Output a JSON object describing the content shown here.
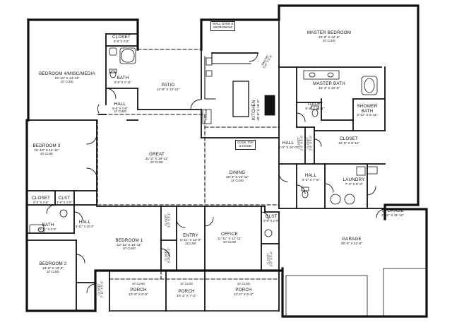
{
  "rooms": {
    "master_bedroom": {
      "name": "MASTER BEDROOM",
      "dims": "19'-9\" X 12'-9\"",
      "clg": "10' CLNG"
    },
    "master_bath": {
      "name": "MASTER BATH",
      "dims": "15'-4\" X 10'-8\""
    },
    "shower_bath": {
      "name": "SHOWER",
      "sub": "BATH",
      "dims": "4'-11\" X 5'-11\""
    },
    "toilet": {
      "name": "TOILET",
      "dims": "5'-8\" X 5'-11\""
    },
    "closet_master": {
      "name": "CLOSET",
      "dims": "12'-8\" X 8'-11\""
    },
    "hall_master": {
      "name": "HALL",
      "dims": "4'-0\" X 10'-0\""
    },
    "closet_v1": {
      "name": "CLOSET",
      "dims": "2'-6\" X 5'-0\""
    },
    "closet_v2": {
      "name": "CLOSET",
      "dims": "2'-6\" X 5'-0\""
    },
    "hall_laundry": {
      "name": "HALL",
      "dims": "4'-3\" X 7'-5\""
    },
    "laundry": {
      "name": "LAUNDRY",
      "dims": "7'-3\" X 9'-3\""
    },
    "storage": {
      "name": "STORAGE",
      "dims": "2'-11\" X 11'-11\""
    },
    "garage": {
      "name": "GARAGE",
      "dims": "30'-3\" X 22'-8\""
    },
    "glst_garage": {
      "name": "GLST",
      "dims": "5'-6\" X 2'-8\""
    },
    "closet_office": {
      "name": "CLOSET",
      "dims": "3'-0\" X 5'-4\""
    },
    "office": {
      "name": "OFFICE",
      "dims": "11'-11\" X 12'-11\"",
      "clg": "10' CLNG"
    },
    "entry": {
      "name": "ENTRY",
      "dims": "5'-11\" X 13'-0\"",
      "clg": "12CLNG"
    },
    "closet_entry1": {
      "name": "CLOSET",
      "dims": "3'-0\" X 5'-1\""
    },
    "closet_entry2": {
      "name": "CLOSET",
      "dims": "3'-0\" X 5'-1\""
    },
    "bedroom1": {
      "name": "BEDROOM 1",
      "dims": "12'-11\" X 12'-11\"",
      "clg": "10' CLNG"
    },
    "porch1": {
      "name": "PORCH",
      "dims": "10'-9\" X 6'-5\"",
      "clg": "10' CLNG"
    },
    "porch2": {
      "name": "PORCH",
      "dims": "10'-1\" X 7'-2\"",
      "clg": "12' CLNG"
    },
    "porch3": {
      "name": "PORCH",
      "dims": "12'-0\" X 6'-5\"",
      "clg": "10' CLNG"
    },
    "closet_bottom": {
      "name": "CLOSET",
      "dims": "2'-11\" X 5'-5\""
    },
    "bedroom2": {
      "name": "BEDROOM 2",
      "dims": "13'-6\" X 13'-2\"",
      "clg": "10' CLNG"
    },
    "bath_left": {
      "name": "BATH",
      "dims": "8'-11\" X 5'-0\""
    },
    "hall_left": {
      "name": "HALL",
      "dims": "3'-11\" X 10'-3\""
    },
    "closet_left": {
      "name": "CLOSET",
      "dims": "5'-5\" X 4'-6\""
    },
    "clst_left": {
      "name": "CLST",
      "dims": "3'-8\" X 4'-5\""
    },
    "bedroom3": {
      "name": "BEDROOM 3",
      "dims": "15'-10\" X 12'-11\"",
      "clg": "10' CLNG"
    },
    "great": {
      "name": "GREAT",
      "dims": "21'-2\" X 19'-11\"",
      "clg": "12' CLNG"
    },
    "dining": {
      "name": "DINING",
      "dims": "19'-3\" X 15'-11\"",
      "clg": "12' CLNG"
    },
    "kitchen": {
      "name": "KITCHEN",
      "dims": "15'-8\" X 16'-6\""
    },
    "pantry": {
      "name": "PANTRY",
      "dims": "5'-0\" X 5'-6\""
    },
    "patio": {
      "name": "PATIO",
      "dims": "12'-9\" X 12'-11\""
    },
    "bedroom4": {
      "name": "BEDROOM 4/MISC/MEDIA",
      "dims": "15'-11\" X 14'-11\"",
      "clg": "10' CLNG"
    },
    "closet_b4": {
      "name": "CLOSET",
      "dims": "5'-8\" X 3'-8\""
    },
    "bath_b4": {
      "name": "BATH",
      "dims": "8'-8\" X 4'-11\""
    },
    "hall_b4": {
      "name": "HALL",
      "dims": "5'-5\" X 4'-8\"",
      "clg": "12' CLNG"
    }
  },
  "callouts": {
    "wall_oven": "WALL OVEN &\nMICROWAVE",
    "cook_top": "COOK TOP\n& HOOD",
    "fridge": "FRIDGE"
  }
}
